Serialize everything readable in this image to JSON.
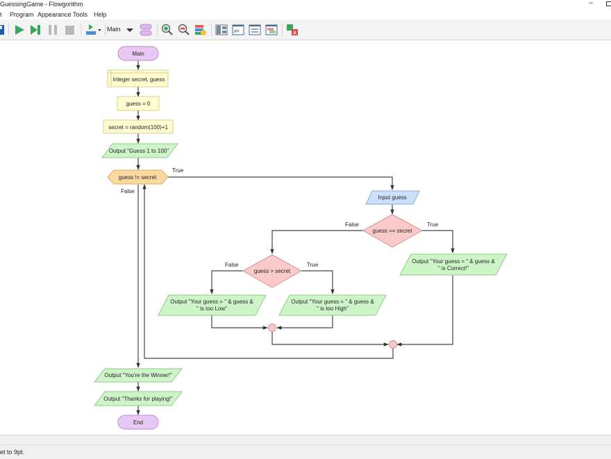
{
  "window": {
    "title": "GuessingGame - Flowgorithm",
    "minimize_glyph": "–"
  },
  "menu": {
    "items": [
      "t",
      "Program",
      "Appearance",
      "Tools",
      "Help"
    ]
  },
  "toolbar": {
    "function_select": "Main",
    "icons": [
      "save-icon",
      "run-icon",
      "step-icon",
      "pause-icon",
      "stop-icon",
      "run-speed-icon",
      "add-function-icon",
      "zoom-in-icon",
      "zoom-out-icon",
      "layout-icon",
      "flowchart-view-icon",
      "variable-watch-icon",
      "console-icon",
      "source-code-icon",
      "translate-icon"
    ]
  },
  "flowchart": {
    "start": "Main",
    "declare": "Integer secret, guess",
    "assign1": "guess = 0",
    "assign2": "secret = random(100)+1",
    "output1": "Output \"Guess 1 to 100\"",
    "loop_cond": "guess != secret",
    "loop_true": "True",
    "loop_false": "False",
    "input": "Input guess",
    "if1_cond": "guess == secret",
    "if1_false": "False",
    "if1_true": "True",
    "if1_true_out_l1": "Output \"Your guess = \" & guess &",
    "if1_true_out_l2": "\" is Correct!\"",
    "if2_cond": "guess > secret",
    "if2_false": "False",
    "if2_true": "True",
    "low_out_l1": "Output \"Your guess = \" & guess &",
    "low_out_l2": "\" is too Low\"",
    "high_out_l1": "Output \"Your guess = \" & guess &",
    "high_out_l2": "\" is too High\"",
    "output_winner": "Output \"You're the Winner!\"",
    "output_thanks": "Output \"Thanks for playing!\"",
    "end": "End",
    "colors": {
      "terminal": "#e8c8f4",
      "declare": "#fefcd0",
      "process": "#fefcd0",
      "output": "#cdf5c8",
      "input": "#cde0fb",
      "loop": "#fcd9a0",
      "decision": "#fbcaca",
      "connector": "#f9c8c8"
    }
  },
  "status": {
    "message": "et to 9pt."
  }
}
